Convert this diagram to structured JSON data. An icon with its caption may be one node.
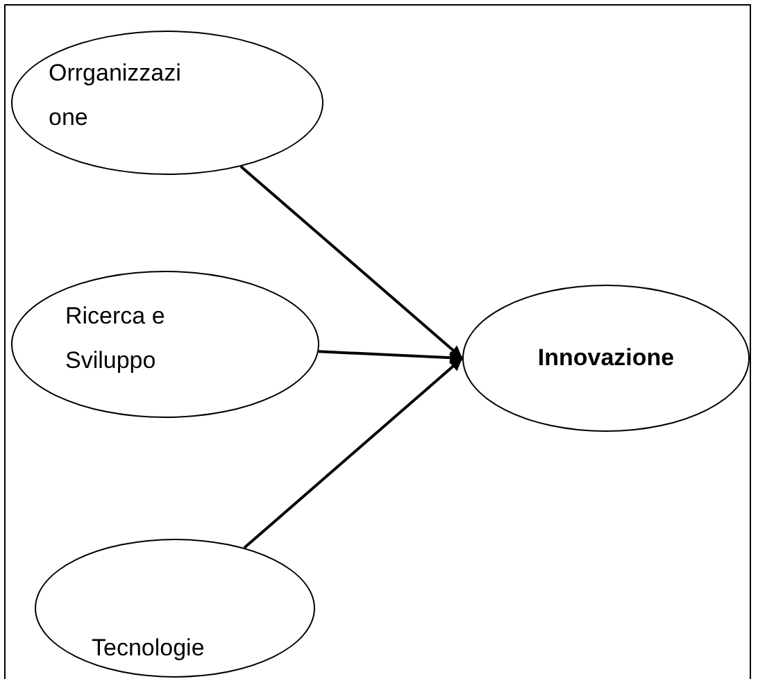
{
  "diagram": {
    "nodes": [
      {
        "text": [
          "Orrganizzazione"
        ]
      },
      {
        "text": [
          "Ricerca e Sviluppo"
        ]
      },
      {
        "text": [
          "Tecnologie"
        ]
      },
      {
        "text": [
          "Innovazione"
        ]
      }
    ],
    "edges": [
      {
        "from": 0,
        "to": 3,
        "arrow": "to"
      },
      {
        "from": 1,
        "to": 3,
        "arrow": "to"
      },
      {
        "from": 2,
        "to": 3,
        "arrow": "to"
      }
    ]
  }
}
